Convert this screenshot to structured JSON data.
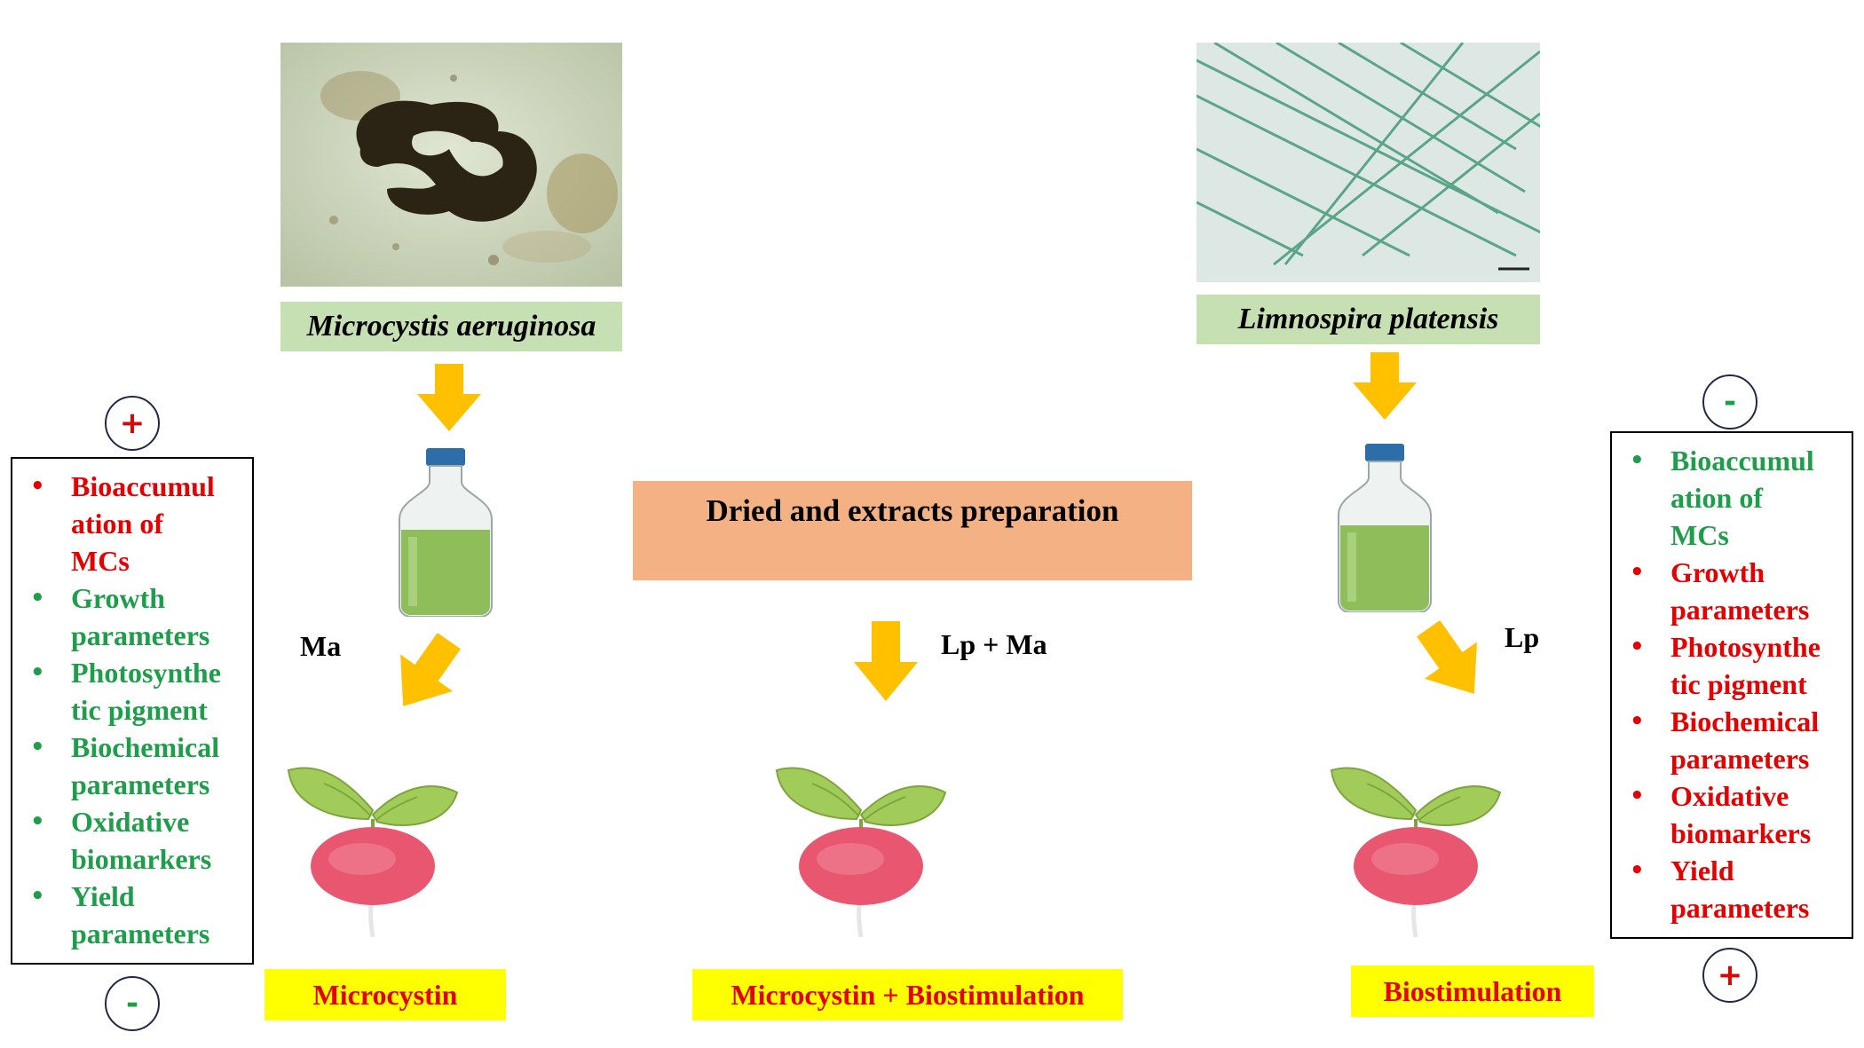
{
  "species": {
    "left": "Microcystis aeruginosa",
    "right": "Limnospira platensis"
  },
  "process": {
    "label": "Dried and extracts preparation"
  },
  "arrow_labels": {
    "left": "Ma",
    "center": "Lp + Ma",
    "right": "Lp"
  },
  "outcomes": {
    "left": "Microcystin",
    "center": "Microcystin + Biostimulation",
    "right": "Biostimulation"
  },
  "left_panel": {
    "top_sign": "+",
    "bottom_sign": "-",
    "items": [
      {
        "lines": [
          "Bioaccumul",
          "ation of",
          "MCs"
        ],
        "color": "#e50000"
      },
      {
        "lines": [
          "Growth",
          "parameters"
        ],
        "color": "#1e9e4a"
      },
      {
        "lines": [
          "Photosynthe",
          "tic pigment"
        ],
        "color": "#1e9e4a"
      },
      {
        "lines": [
          "Biochemical",
          "parameters"
        ],
        "color": "#1e9e4a"
      },
      {
        "lines": [
          "Oxidative",
          "biomarkers"
        ],
        "color": "#1e9e4a"
      },
      {
        "lines": [
          "Yield",
          "parameters"
        ],
        "color": "#1e9e4a"
      }
    ]
  },
  "right_panel": {
    "top_sign": "-",
    "bottom_sign": "+",
    "items": [
      {
        "lines": [
          "Bioaccumul",
          "ation of",
          "MCs"
        ],
        "color": "#1e9e4a"
      },
      {
        "lines": [
          "Growth",
          "parameters"
        ],
        "color": "#e50000"
      },
      {
        "lines": [
          "Photosynthe",
          "tic pigment"
        ],
        "color": "#e50000"
      },
      {
        "lines": [
          "Biochemical",
          "parameters"
        ],
        "color": "#e50000"
      },
      {
        "lines": [
          "Oxidative",
          "biomarkers"
        ],
        "color": "#e50000"
      },
      {
        "lines": [
          "Yield",
          "parameters"
        ],
        "color": "#e50000"
      }
    ]
  },
  "colors": {
    "red_effect": "#e50000",
    "green_effect": "#1e9e4a",
    "arrow": "#ffc000",
    "label_bg": "#c6e0b4",
    "process_bg": "#f4b183",
    "outcome_bg": "#ffff00"
  },
  "icons": {
    "bottle": "bottle-icon",
    "radish": "radish-icon",
    "arrow": "down-arrow-icon"
  }
}
